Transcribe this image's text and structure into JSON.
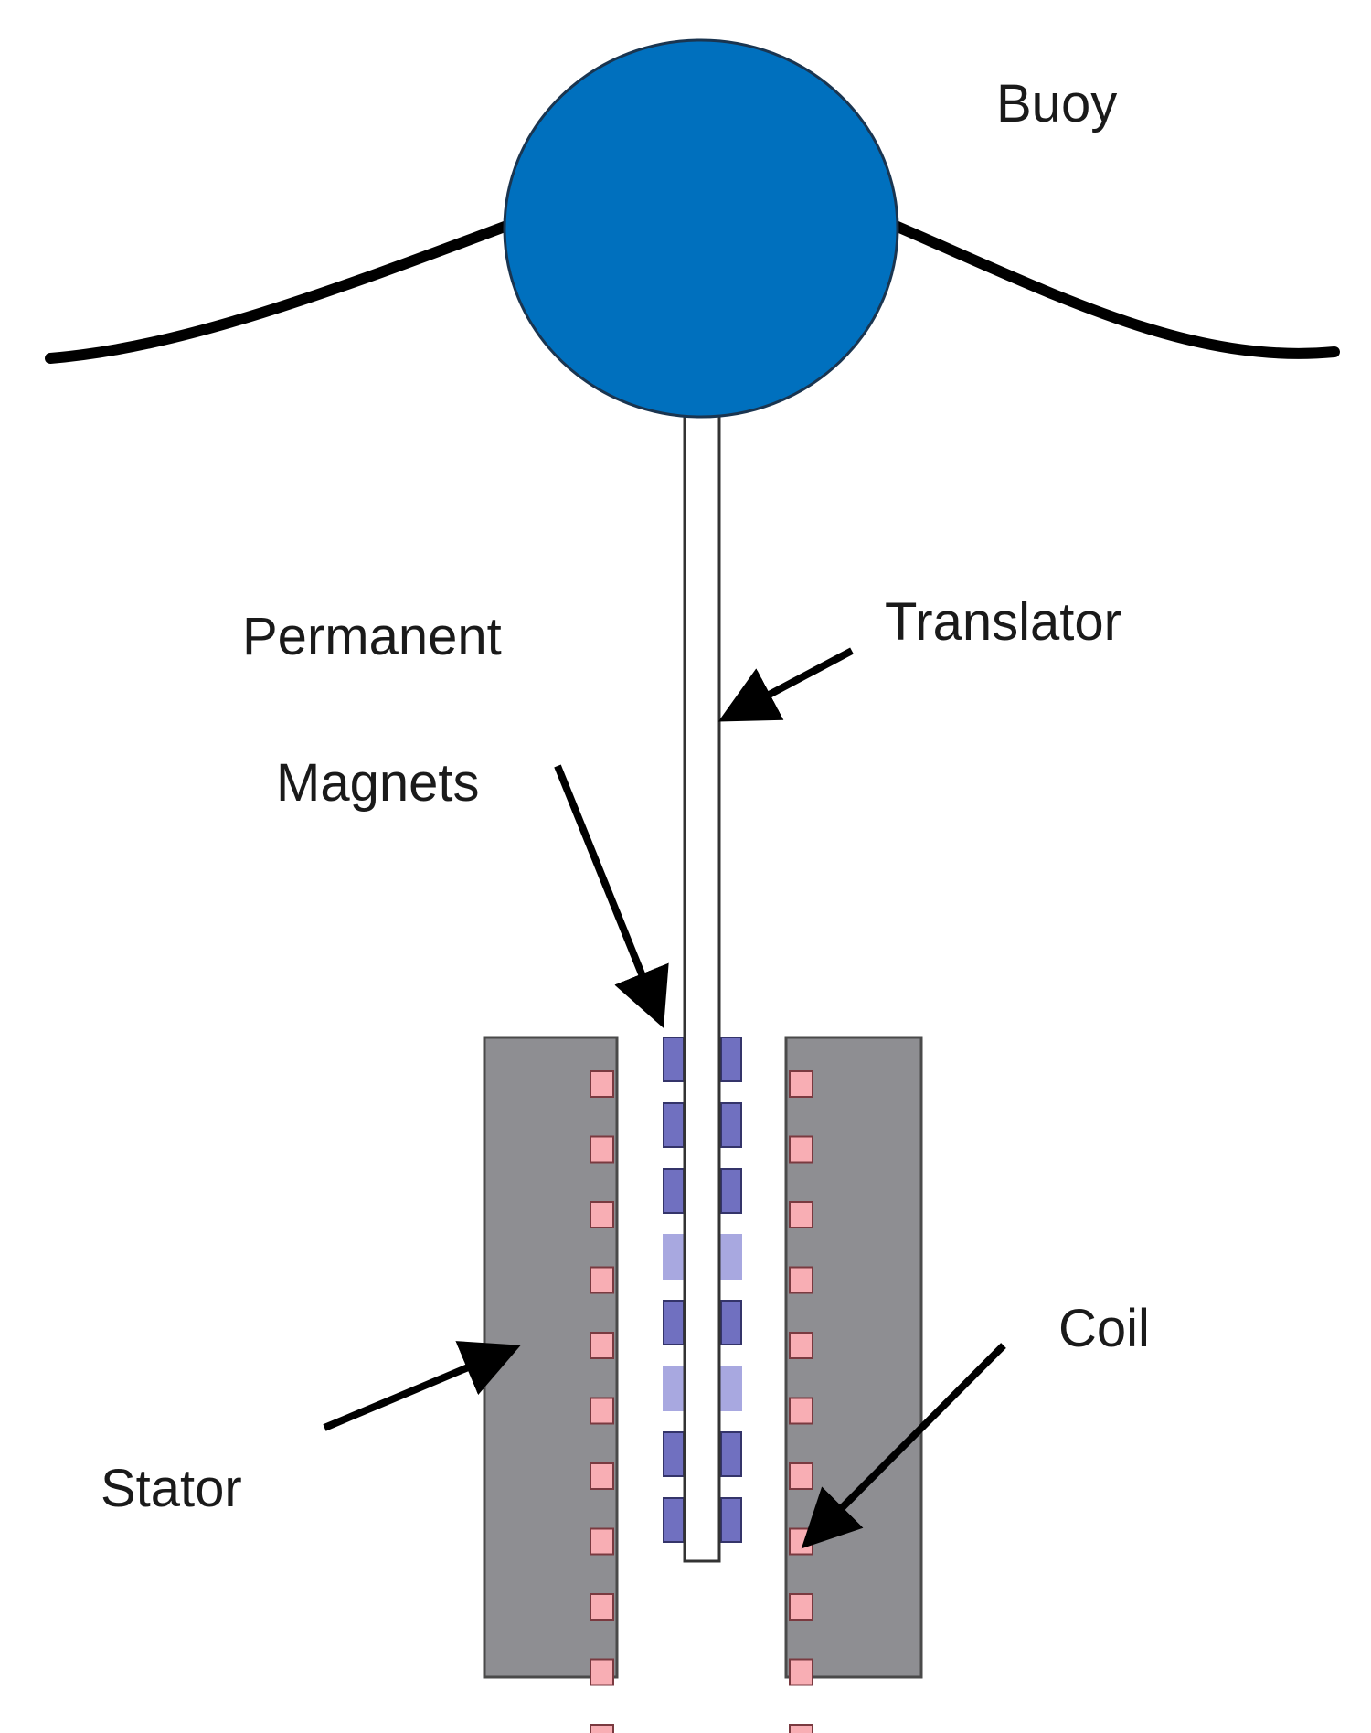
{
  "labels": {
    "buoy": "Buoy",
    "permanent": "Permanent",
    "magnets": "Magnets",
    "translator": "Translator",
    "coil": "Coil",
    "stator": "Stator"
  },
  "colors": {
    "buoy_fill": "#0070BE",
    "buoy_stroke": "#1a3550",
    "wave": "#000000",
    "stator_fill": "#8E8E92",
    "stator_stroke": "#4a4a4a",
    "coil_fill": "#F8AEB4",
    "coil_stroke": "#7a3a40",
    "magnet_fill": "#7070C0",
    "magnet_light_fill": "#A8A8E0",
    "magnet_stroke": "#34346a",
    "translator_fill": "#ffffff",
    "translator_stroke": "#333333",
    "arrow": "#000000"
  }
}
